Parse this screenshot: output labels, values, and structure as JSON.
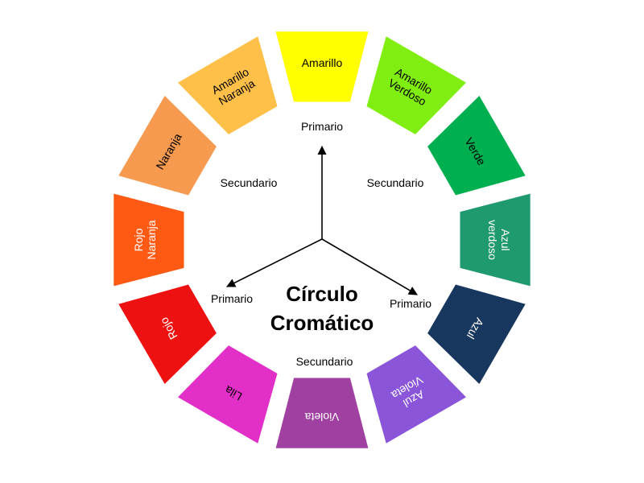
{
  "title": {
    "line1": "Círculo",
    "line2": "Cromático"
  },
  "segments": [
    {
      "label_lines": [
        "Amarillo"
      ],
      "color": "#ffff00",
      "text_color": "#000000"
    },
    {
      "label_lines": [
        "Amarillo",
        "Verdoso"
      ],
      "color": "#80ee10",
      "text_color": "#000000"
    },
    {
      "label_lines": [
        "Verde"
      ],
      "color": "#00b050",
      "text_color": "#000000"
    },
    {
      "label_lines": [
        "Azul",
        "verdoso"
      ],
      "color": "#1f9a6e",
      "text_color": "#ffffff"
    },
    {
      "label_lines": [
        "Azul"
      ],
      "color": "#17375e",
      "text_color": "#ffffff"
    },
    {
      "label_lines": [
        "Azul",
        "Violeta"
      ],
      "color": "#8a55d8",
      "text_color": "#ffffff"
    },
    {
      "label_lines": [
        "Violeta"
      ],
      "color": "#a040a0",
      "text_color": "#ffffff"
    },
    {
      "label_lines": [
        "Lila"
      ],
      "color": "#e12fc8",
      "text_color": "#000000"
    },
    {
      "label_lines": [
        "Rojo"
      ],
      "color": "#ee1111",
      "text_color": "#ffffff"
    },
    {
      "label_lines": [
        "Rojo",
        "Naranja"
      ],
      "color": "#ff5a14",
      "text_color": "#ffffff"
    },
    {
      "label_lines": [
        "Naranja"
      ],
      "color": "#f59a4e",
      "text_color": "#000000"
    },
    {
      "label_lines": [
        "Amarillo",
        "Naranja"
      ],
      "color": "#ffc04a",
      "text_color": "#000000"
    }
  ],
  "roles": {
    "primario_top": "Primario",
    "primario_left": "Primario",
    "primario_right": "Primario",
    "secundario_left": "Secundario",
    "secundario_right": "Secundario",
    "secundario_bottom": "Secundario"
  }
}
